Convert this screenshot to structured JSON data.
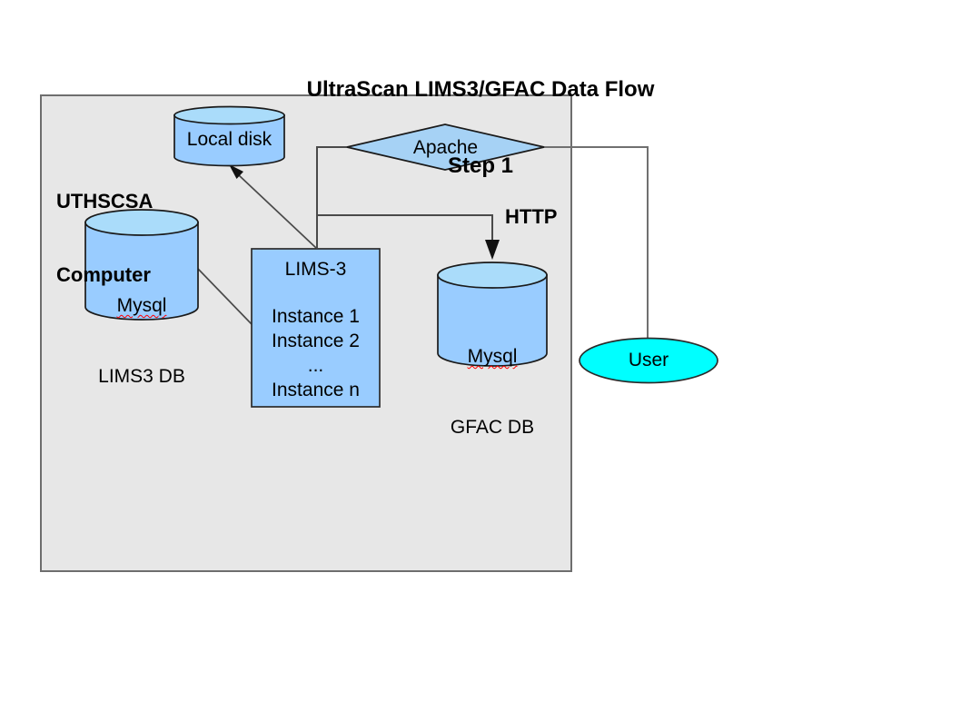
{
  "title": {
    "line1": "UltraScan LIMS3/GFAC Data Flow",
    "line2": "Step 1"
  },
  "computer": {
    "line1": "UTHSCSA",
    "line2": "Computer"
  },
  "nodes": {
    "local_disk": {
      "label": "Local disk"
    },
    "lims3_db": {
      "name": "Mysql",
      "db": "LIMS3 DB"
    },
    "apache": {
      "label": "Apache"
    },
    "lims3": {
      "title": "LIMS-3",
      "instances": [
        "Instance 1",
        "Instance 2",
        "...",
        "Instance n"
      ]
    },
    "gfac_db": {
      "name": "Mysql",
      "db": "GFAC DB"
    },
    "user": {
      "label": "User"
    }
  },
  "edges": {
    "http_label": "HTTP"
  },
  "colors": {
    "computer_box_fill": "#e7e7e7",
    "computer_box_stroke": "#6e6e6e",
    "node_fill": "#99ccff",
    "cylinder_top_fill": "#aadcfa",
    "diamond_fill": "#a6d2f5",
    "user_fill": "#00ffff",
    "connector": "#4a4a4a",
    "connector_light": "#707070"
  }
}
